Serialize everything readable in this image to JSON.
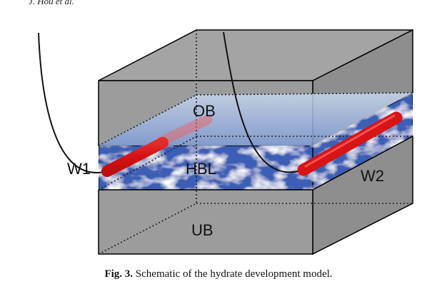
{
  "header": {
    "running_head": "J. Hou et al."
  },
  "figure": {
    "labels": {
      "ob": "OB",
      "hbl": "HBL",
      "ub": "UB",
      "w1": "W1",
      "w2": "W2"
    },
    "colors": {
      "box_gray": "#9a9a9a",
      "box_gray_dark": "#8a8a8a",
      "hbl_blue": "#3a5fb5",
      "well_red": "#e01818"
    }
  },
  "caption": {
    "label": "Fig. 3.",
    "text": "Schematic of the hydrate development model."
  }
}
